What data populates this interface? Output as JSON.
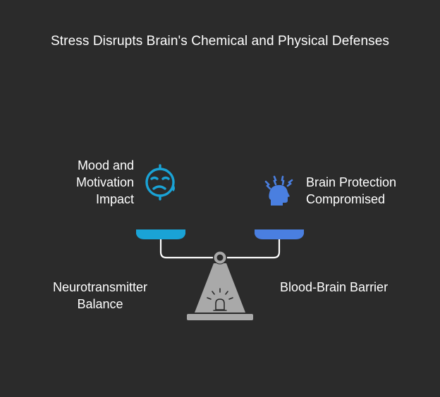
{
  "title": "Stress Disrupts Brain's Chemical and Physical Defenses",
  "left_top": {
    "lines": [
      "Mood and",
      "Motivation",
      "Impact"
    ],
    "icon": "sad-face-icon"
  },
  "right_top": {
    "lines": [
      "Brain Protection",
      "Compromised"
    ],
    "icon": "stressed-head-icon"
  },
  "left_bottom": {
    "lines": [
      "Neurotransmitter",
      "Balance"
    ]
  },
  "right_bottom": {
    "lines": [
      "Blood-Brain Barrier"
    ]
  },
  "colors": {
    "background": "#2b2b2b",
    "left_accent": "#1aa3d6",
    "right_accent": "#4a7fe0",
    "scale_gray": "#a9a9a9",
    "beam": "#ffffff"
  }
}
